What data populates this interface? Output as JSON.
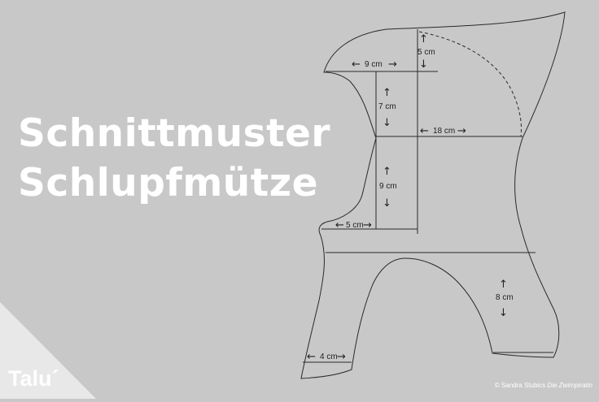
{
  "title": {
    "line1": "Schnittmuster",
    "line2": "Schlupfmütze"
  },
  "measurements": {
    "width_top": "9 cm",
    "height_top": "5 cm",
    "height_upper": "7 cm",
    "width_middle": "18 cm",
    "height_middle": "9 cm",
    "width_lower": "5 cm",
    "height_leg": "8 cm",
    "width_leg": "4 cm"
  },
  "copyright": {
    "prefix": "© Sandra Stubics",
    "author": "Die Zwirnpiratin"
  },
  "brand": {
    "name": "Talu",
    "accent": "´"
  },
  "colors": {
    "background": "#c8c8c8",
    "line": "#2a2a2a",
    "text": "#ffffff"
  }
}
